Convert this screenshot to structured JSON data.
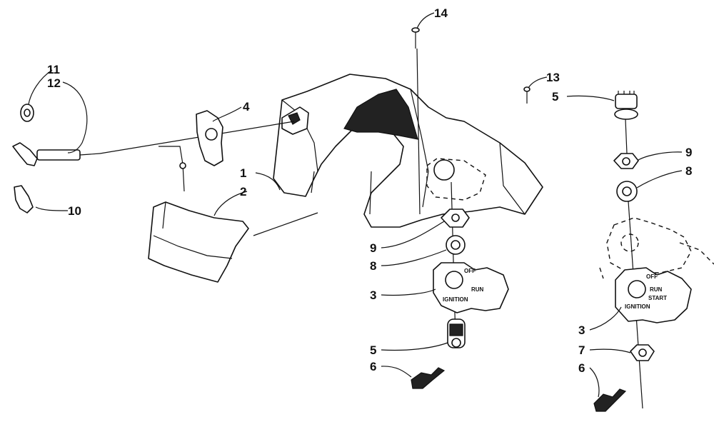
{
  "callouts": {
    "c1": "1",
    "c2": "2",
    "c3a": "3",
    "c3b": "3",
    "c4": "4",
    "c5a": "5",
    "c5b": "5",
    "c6a": "6",
    "c6b": "6",
    "c7": "7",
    "c8a": "8",
    "c8b": "8",
    "c9a": "9",
    "c9b": "9",
    "c10": "10",
    "c11": "11",
    "c12": "12",
    "c13": "13",
    "c14": "14"
  },
  "plates": {
    "left": {
      "off": "OFF",
      "run": "RUN",
      "ignition": "IGNITION"
    },
    "right": {
      "off": "OFF",
      "run": "RUN",
      "start": "START",
      "ignition": "IGNITION"
    }
  }
}
